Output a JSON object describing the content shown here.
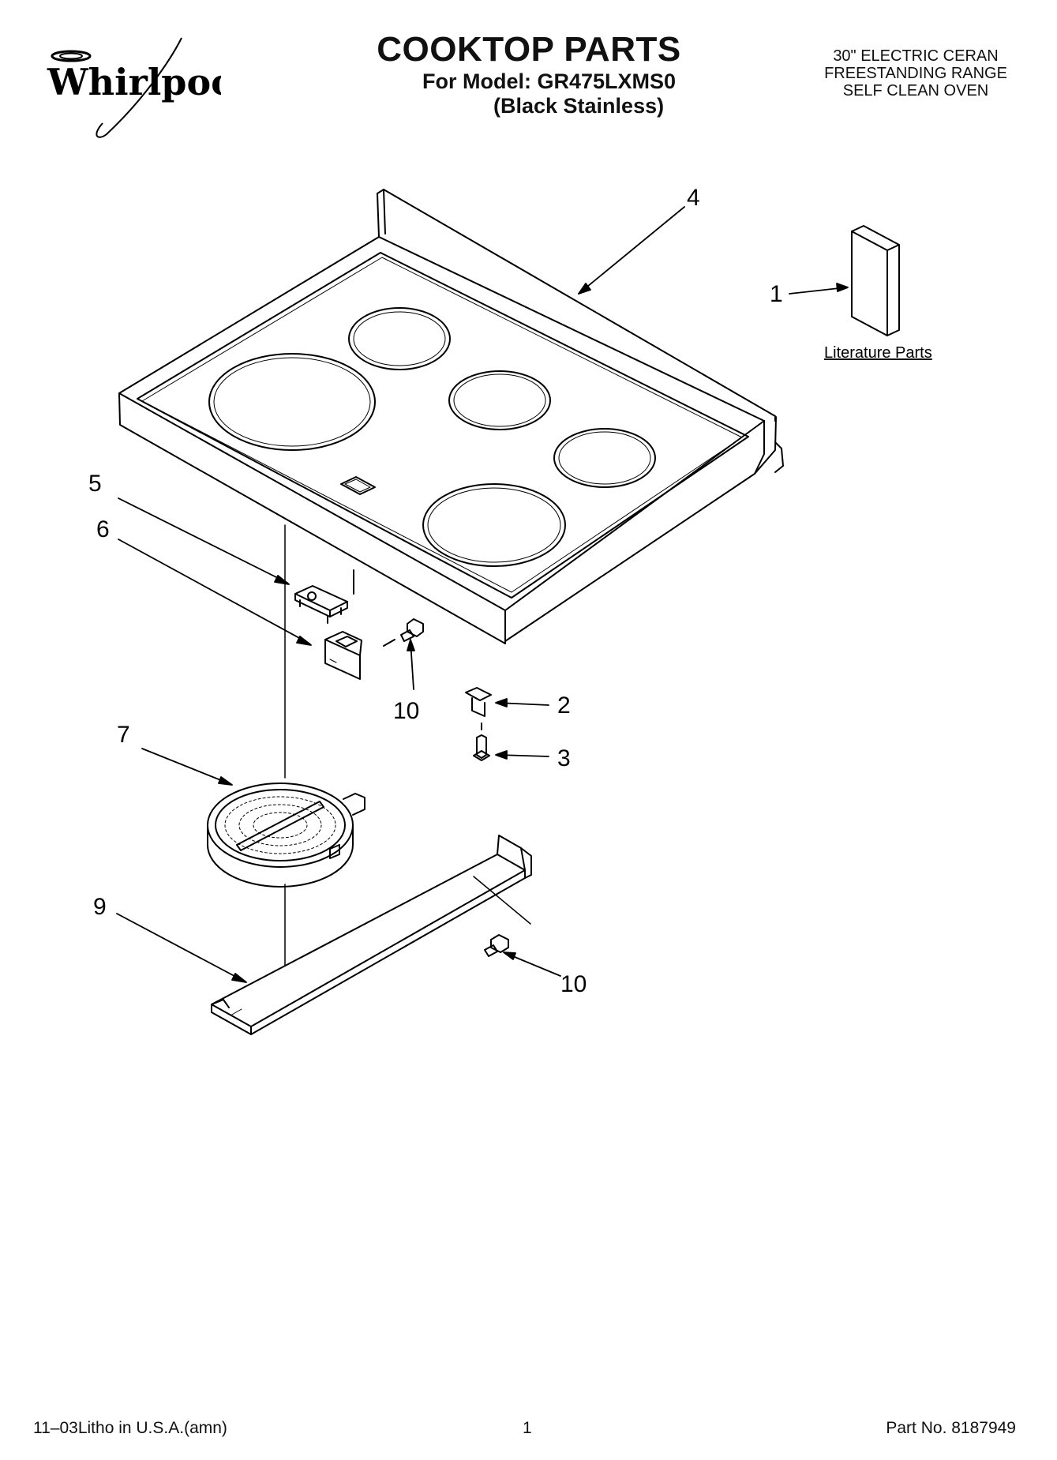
{
  "header": {
    "brand": "Whirlpool",
    "title": "COOKTOP PARTS",
    "model_line": "For Model: GR475LXMS0",
    "finish_line": "(Black Stainless)",
    "description_lines": [
      "30\" ELECTRIC CERAN",
      "FREESTANDING RANGE",
      "SELF CLEAN OVEN"
    ]
  },
  "diagram": {
    "callouts": [
      "1",
      "2",
      "3",
      "4",
      "5",
      "6",
      "7",
      "9",
      "10",
      "10"
    ],
    "literature_label": "Literature Parts"
  },
  "footer": {
    "litho": "11–03Litho in U.S.A.(amn)",
    "page_number": "1",
    "part_number": "Part No. 8187949"
  }
}
